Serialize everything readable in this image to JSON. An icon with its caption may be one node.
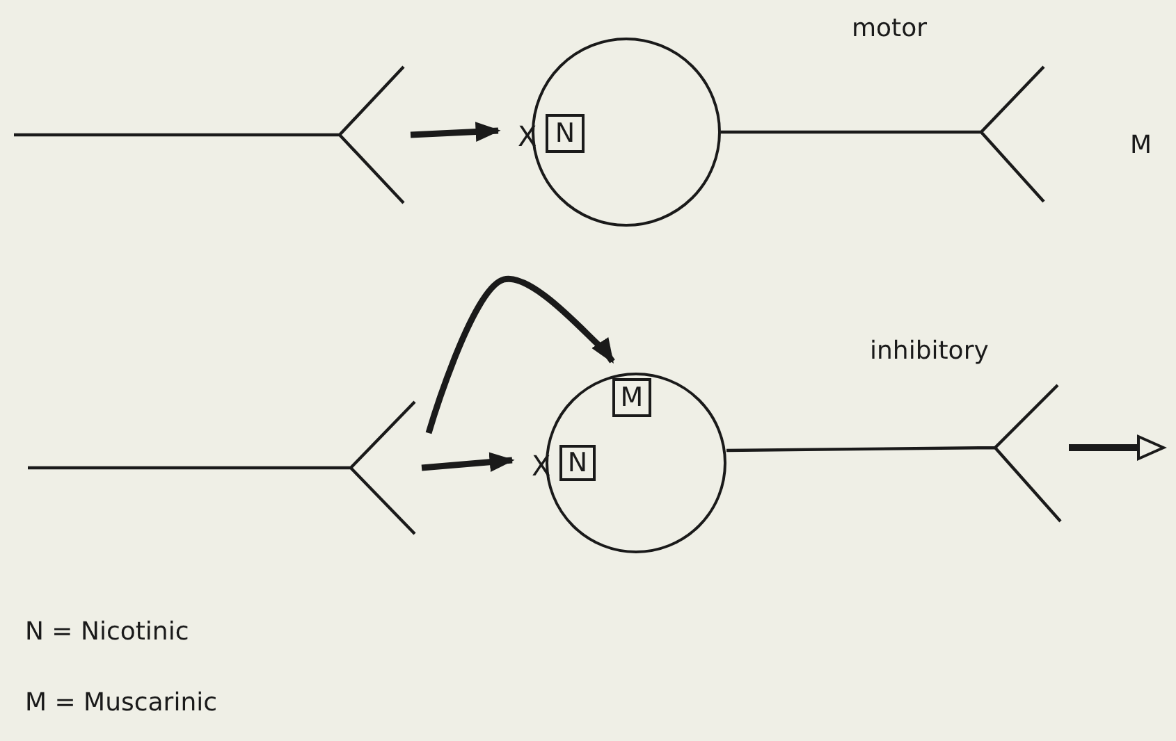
{
  "diagram": {
    "nodes": [
      {
        "text": [],
        "shape": "picture"
      },
      {
        "text": [],
        "shape": "circle"
      },
      {
        "text": [
          "N"
        ],
        "beside": [
          "X"
        ],
        "in": 1
      },
      {
        "text": [],
        "shape": "picture"
      },
      {
        "text": [],
        "shape": "circle"
      },
      {
        "text": [
          "M"
        ],
        "in": 4
      },
      {
        "text": [
          "N"
        ],
        "beside": [
          "X"
        ],
        "in": 4
      }
    ],
    "edges": [
      {
        "from": 0,
        "to": 2,
        "arrow": "to"
      },
      {
        "from": 3,
        "to": 5,
        "arrow": "to"
      },
      {
        "from": 3,
        "to": 6,
        "arrow": "to"
      }
    ],
    "labels": [
      "motor",
      "M",
      "inhibitory",
      "N = Nicotinic",
      "M = Muscarinic"
    ]
  }
}
